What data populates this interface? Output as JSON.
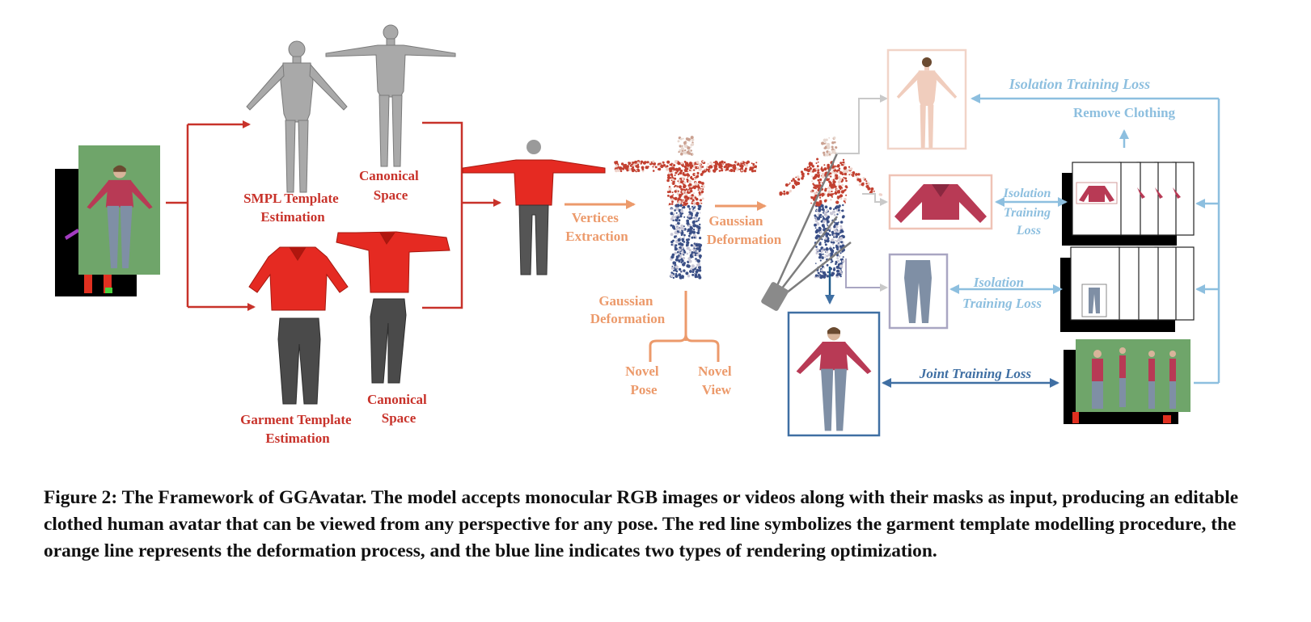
{
  "labels": {
    "smpl_template_1": "SMPL Template",
    "smpl_template_2": "Estimation",
    "canonical_space_top_1": "Canonical",
    "canonical_space_top_2": "Space",
    "garment_template_1": "Garment Template",
    "garment_template_2": "Estimation",
    "canonical_space_bottom_1": "Canonical",
    "canonical_space_bottom_2": "Space",
    "vertices_extraction_1": "Vertices",
    "vertices_extraction_2": "Extraction",
    "gaussian_deformation_right_1": "Gaussian",
    "gaussian_deformation_right_2": "Deformation",
    "gaussian_deformation_lower_1": "Gaussian",
    "gaussian_deformation_lower_2": "Deformation",
    "novel_pose_1": "Novel",
    "novel_pose_2": "Pose",
    "novel_view_1": "Novel",
    "novel_view_2": "View",
    "isolation_training_loss_top": "Isolation Training Loss",
    "remove_clothing": "Remove Clothing",
    "isolation_training_loss_mid_1": "Isolation",
    "isolation_training_loss_mid_2": "Training",
    "isolation_training_loss_mid_3": "Loss",
    "isolation_training_loss_lower_1": "Isolation",
    "isolation_training_loss_lower_2": "Training Loss",
    "joint_training_loss": "Joint Training Loss"
  },
  "caption": "Figure 2: The Framework of GGAvatar. The model accepts monocular RGB images or videos along with their masks as input, producing an editable clothed human avatar that can be viewed from any perspective for any pose. The red line symbolizes the garment template modelling procedure, the orange line represents the deformation process, and the blue line indicates two types of rendering optimization.",
  "colors": {
    "red_line": "#c8322a",
    "orange_line": "#ec9a6b",
    "light_blue_line": "#8dbfdf",
    "dark_blue_line": "#3f6fa3",
    "green_screen": "#6fa56a",
    "garment_red": "#e52a22",
    "shirt_pink": "#b83a55",
    "jeans": "#7f8fa5"
  },
  "icons": [
    "input-photo-icon",
    "mesh-body-icon",
    "tshirt-icon",
    "pants-icon",
    "gaussian-point-cloud-icon",
    "camera-icon",
    "avatar-render-icon"
  ]
}
